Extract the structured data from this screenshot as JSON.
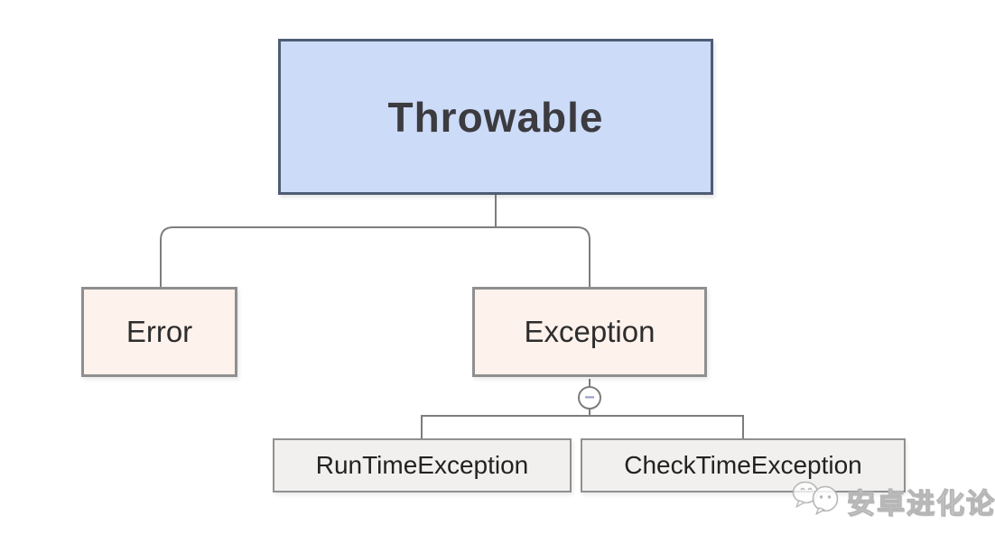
{
  "diagram": {
    "type": "tree-hierarchy",
    "nodes": {
      "throwable": {
        "label": "Throwable",
        "role": "root"
      },
      "error": {
        "label": "Error"
      },
      "exception": {
        "label": "Exception",
        "collapsed": false
      },
      "runtime": {
        "label": "RunTimeException"
      },
      "checktime": {
        "label": "CheckTimeException"
      }
    },
    "edges": [
      [
        "Throwable",
        "Error"
      ],
      [
        "Throwable",
        "Exception"
      ],
      [
        "Exception",
        "RunTimeException"
      ],
      [
        "Exception",
        "CheckTimeException"
      ]
    ],
    "collapse_icon": {
      "name": "minus-icon",
      "glyph": "−"
    }
  },
  "watermark": {
    "text": "安卓进化论",
    "icon": "wechat-speech-bubbles-icon"
  },
  "colors": {
    "root_fill": "#ccdbf7",
    "root_border": "#4e5d75",
    "peach_fill": "#fdf2ec",
    "peach_border": "#8f8f8f",
    "gray_fill": "#f1f0ee",
    "gray_border": "#909090",
    "connector": "#7d7d7d",
    "minus_sign": "#979fc6",
    "text_dark": "#2d2d2d",
    "background": "#ffffff"
  }
}
